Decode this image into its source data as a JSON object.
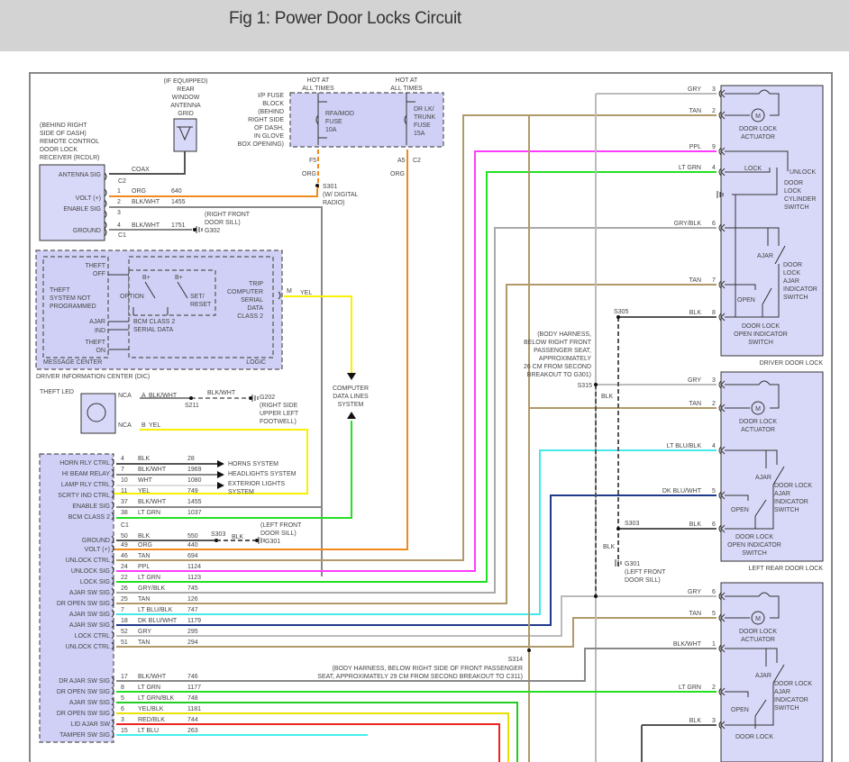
{
  "header": {
    "title": "Fig 1: Power Door Locks Circuit"
  },
  "colors": {
    "ORG": "#f08a1c",
    "BLK": "#555555",
    "BLK/WHT": "#888888",
    "GRY": "#bbbbbb",
    "TAN": "#b09a6a",
    "PPL": "#ff3cff",
    "LT GRN": "#22e022",
    "YEL": "#f7f000",
    "LT BLU/BLK": "#44e8e8",
    "DK BLU/WHT": "#203a8a",
    "GRY/BLK": "#aaaaaa",
    "LT GRN/BLK": "#22cc22",
    "YEL/BLK": "#e8e000",
    "RED/BLK": "#ee2222",
    "LT BLU": "#44eeee",
    "WHT": "#dddddd",
    "box_fill": "#d8d8f8"
  },
  "rcdlr": {
    "location": [
      "(BEHIND RIGHT",
      "SIDE OF DASH)",
      "REMOTE CONTROL",
      "DOOR LOCK",
      "RECEIVER (RCDLR)"
    ],
    "pins": [
      "ANTENNA SIG",
      "VOLT (+)",
      "ENABLE SIG",
      "GROUND"
    ],
    "coax": "COAX",
    "c2": "C2",
    "c1": "C1",
    "wires": [
      {
        "pin": "1",
        "color": "ORG",
        "circuit": "640"
      },
      {
        "pin": "2",
        "color": "BLK/WHT",
        "circuit": "1455"
      },
      {
        "pin": "3",
        "color": "",
        "circuit": ""
      },
      {
        "pin": "4",
        "color": "BLK/WHT",
        "circuit": "1751"
      }
    ],
    "ground": "G302",
    "ground_loc": [
      "(RIGHT FRONT",
      "DOOR SILL)"
    ]
  },
  "antenna": {
    "label": [
      "(IF EQUIPPED)",
      "REAR",
      "WINDOW",
      "ANTENNA",
      "GRID"
    ]
  },
  "fuse_block": {
    "label": [
      "I/P FUSE",
      "BLOCK",
      "(BEHIND",
      "RIGHT SIDE",
      "OF DASH,",
      "IN GLOVE",
      "BOX OPENING)"
    ],
    "hot1": [
      "HOT AT",
      "ALL TIMES"
    ],
    "hot2": [
      "HOT AT",
      "ALL TIMES"
    ],
    "fuse1": [
      "RFA/MOD",
      "FUSE",
      "10A"
    ],
    "fuse2": [
      "DR LK/",
      "TRUNK",
      "FUSE",
      "15A"
    ],
    "pin1": "F5",
    "pin2": "A5",
    "conn2": "C2",
    "wire1": "ORG",
    "wire2": "ORG",
    "splice": "S301",
    "splice_note": [
      "(W/ DIGITAL",
      "RADIO)"
    ]
  },
  "dic": {
    "title": "DRIVER INFORMATION CENTER (DIC)",
    "message_center": "MESSAGE CENTER",
    "logic": "LOGIC",
    "theft_off": [
      "THEFT",
      "OFF"
    ],
    "theft_not": [
      "THEFT",
      "SYSTEM NOT",
      "PROGRAMMED"
    ],
    "ajar": "AJAR",
    "ind": "IND",
    "theft_on": [
      "THEFT",
      "ON"
    ],
    "bplus": "B+",
    "option": "OPTION",
    "set_reset": [
      "SET/",
      "RESET"
    ],
    "bcm": [
      "BCM CLASS 2",
      "SERIAL DATA"
    ],
    "trip": [
      "TRIP",
      "COMPUTER",
      "SERIAL",
      "DATA",
      "CLASS 2"
    ],
    "pin": "M",
    "wire": "YEL"
  },
  "computer_data": [
    "COMPUTER",
    "DATA LINES",
    "SYSTEM"
  ],
  "theft_led": {
    "label": "THEFT LED",
    "wires": [
      {
        "conn": "NCA",
        "pin": "A",
        "color": "BLK/WHT"
      },
      {
        "conn": "NCA",
        "pin": "B",
        "color": "YEL"
      }
    ],
    "splice": "S211",
    "wire2": "BLK/WHT",
    "ground": "G202",
    "ground_loc": [
      "(RIGHT SIDE",
      "UPPER LEFT",
      "FOOTWELL)"
    ]
  },
  "bcm": {
    "c1": "C1",
    "pins": [
      {
        "label": "HORN RLY CTRL",
        "pin": "4",
        "color": "BLK",
        "circuit": "28"
      },
      {
        "label": "HI BEAM RELAY",
        "pin": "7",
        "color": "BLK/WHT",
        "circuit": "1969"
      },
      {
        "label": "LAMP RLY CTRL",
        "pin": "10",
        "color": "WHT",
        "circuit": "1080"
      },
      {
        "label": "SCRTY IND CTRL",
        "pin": "11",
        "color": "YEL",
        "circuit": "749"
      },
      {
        "label": "ENABLE SIG",
        "pin": "37",
        "color": "BLK/WHT",
        "circuit": "1455"
      },
      {
        "label": "BCM CLASS 2",
        "pin": "38",
        "color": "LT GRN",
        "circuit": "1037"
      },
      {
        "label": "GROUND",
        "pin": "50",
        "color": "BLK",
        "circuit": "550"
      },
      {
        "label": "VOLT (+)",
        "pin": "49",
        "color": "ORG",
        "circuit": "440"
      },
      {
        "label": "UNLOCK CTRL",
        "pin": "46",
        "color": "TAN",
        "circuit": "694"
      },
      {
        "label": "UNLOCK SIG",
        "pin": "24",
        "color": "PPL",
        "circuit": "1124"
      },
      {
        "label": "LOCK SIG",
        "pin": "22",
        "color": "LT GRN",
        "circuit": "1123"
      },
      {
        "label": "AJAR SW SIG",
        "pin": "26",
        "color": "GRY/BLK",
        "circuit": "745"
      },
      {
        "label": "DR OPEN SW SIG",
        "pin": "25",
        "color": "TAN",
        "circuit": "126"
      },
      {
        "label": "AJAR SW SIG",
        "pin": "7",
        "color": "LT BLU/BLK",
        "circuit": "747"
      },
      {
        "label": "AJAR SW SIG",
        "pin": "18",
        "color": "DK BLU/WHT",
        "circuit": "1179"
      },
      {
        "label": "LOCK CTRL",
        "pin": "52",
        "color": "GRY",
        "circuit": "295"
      },
      {
        "label": "UNLOCK CTRL",
        "pin": "51",
        "color": "TAN",
        "circuit": "294"
      },
      {
        "label": "DR AJAR SW SIG",
        "pin": "17",
        "color": "BLK/WHT",
        "circuit": "746"
      },
      {
        "label": "DR OPEN SW SIG",
        "pin": "8",
        "color": "LT GRN",
        "circuit": "1177"
      },
      {
        "label": "AJAR SW SIG",
        "pin": "5",
        "color": "LT GRN/BLK",
        "circuit": "748"
      },
      {
        "label": "DR OPEN SW SIG",
        "pin": "6",
        "color": "YEL/BLK",
        "circuit": "1181"
      },
      {
        "label": "LID AJAR SW",
        "pin": "3",
        "color": "RED/BLK",
        "circuit": "744"
      },
      {
        "label": "TAMPER SW SIG",
        "pin": "15",
        "color": "LT BLU",
        "circuit": "263"
      }
    ],
    "destinations": [
      "HORNS SYSTEM",
      "HEADLIGHTS SYSTEM",
      "EXTERIOR LIGHTS",
      "SYSTEM"
    ],
    "ground_splice": "S303",
    "ground_wire": "BLK",
    "ground": "G301",
    "ground_loc": [
      "(LEFT FRONT",
      "DOOR SILL)"
    ]
  },
  "splices": {
    "s305": "S305",
    "s315": "S315",
    "s303": "S303",
    "s314": "S314",
    "blk1": "BLK",
    "blk2": "BLK",
    "g301": "G301",
    "g301_loc": [
      "(LEFT FRONT",
      "DOOR SILL)"
    ],
    "s305_note": [
      "(BODY HARNESS,",
      "BELOW RIGHT FRONT",
      "PASSENGER SEAT,",
      "APPROXIMATELY",
      "26 CM FROM SECOND",
      "BREAKOUT TO G301)"
    ],
    "s314_note": [
      "(BODY HARNESS, BELOW RIGHT SIDE OF FRONT PASSENGER",
      "SEAT, APPROXIMATELY 29 CM FROM SECOND BREAKOUT TO C311)"
    ]
  },
  "driver_door": {
    "title": "DRIVER DOOR LOCK",
    "pins": [
      {
        "color": "GRY",
        "pin": "3"
      },
      {
        "color": "TAN",
        "pin": "2"
      },
      {
        "color": "PPL",
        "pin": "9"
      },
      {
        "color": "LT GRN",
        "pin": "4"
      },
      {
        "color": "GRY/BLK",
        "pin": "6"
      },
      {
        "color": "TAN",
        "pin": "7"
      },
      {
        "color": "BLK",
        "pin": "8"
      }
    ],
    "actuator": [
      "DOOR LOCK",
      "ACTUATOR"
    ],
    "lock": "LOCK",
    "unlock": "UNLOCK",
    "cylinder": [
      "DOOR",
      "LOCK",
      "CYLINDER",
      "SWITCH"
    ],
    "ajar": "AJAR",
    "ajar_switch": [
      "DOOR",
      "LOCK",
      "AJAR",
      "INDICATOR",
      "SWITCH"
    ],
    "open": "OPEN",
    "open_switch": [
      "DOOR LOCK",
      "OPEN INDICATOR",
      "SWITCH"
    ]
  },
  "left_rear_door": {
    "title": "LEFT REAR DOOR LOCK",
    "pins": [
      {
        "color": "GRY",
        "pin": "3"
      },
      {
        "color": "TAN",
        "pin": "2"
      },
      {
        "color": "LT BLU/BLK",
        "pin": "4"
      },
      {
        "color": "DK BLU/WHT",
        "pin": "5"
      },
      {
        "color": "BLK",
        "pin": "6"
      }
    ],
    "actuator": [
      "DOOR LOCK",
      "ACTUATOR"
    ],
    "ajar": "AJAR",
    "ajar_switch": [
      "DOOR LOCK",
      "AJAR",
      "INDICATOR",
      "SWITCH"
    ],
    "open": "OPEN",
    "open_switch": [
      "DOOR LOCK",
      "OPEN INDICATOR",
      "SWITCH"
    ]
  },
  "third_door": {
    "pins": [
      {
        "color": "GRY",
        "pin": "6"
      },
      {
        "color": "TAN",
        "pin": "5"
      },
      {
        "color": "BLK/WHT",
        "pin": "1"
      },
      {
        "color": "LT GRN",
        "pin": "2"
      },
      {
        "color": "BLK",
        "pin": "3"
      }
    ],
    "actuator": [
      "DOOR LOCK",
      "ACTUATOR"
    ],
    "ajar": "AJAR",
    "ajar_switch": [
      "DOOR LOCK",
      "AJAR",
      "INDICATOR",
      "SWITCH"
    ],
    "open": "OPEN",
    "open_switch": [
      "DOOR LOCK"
    ]
  }
}
